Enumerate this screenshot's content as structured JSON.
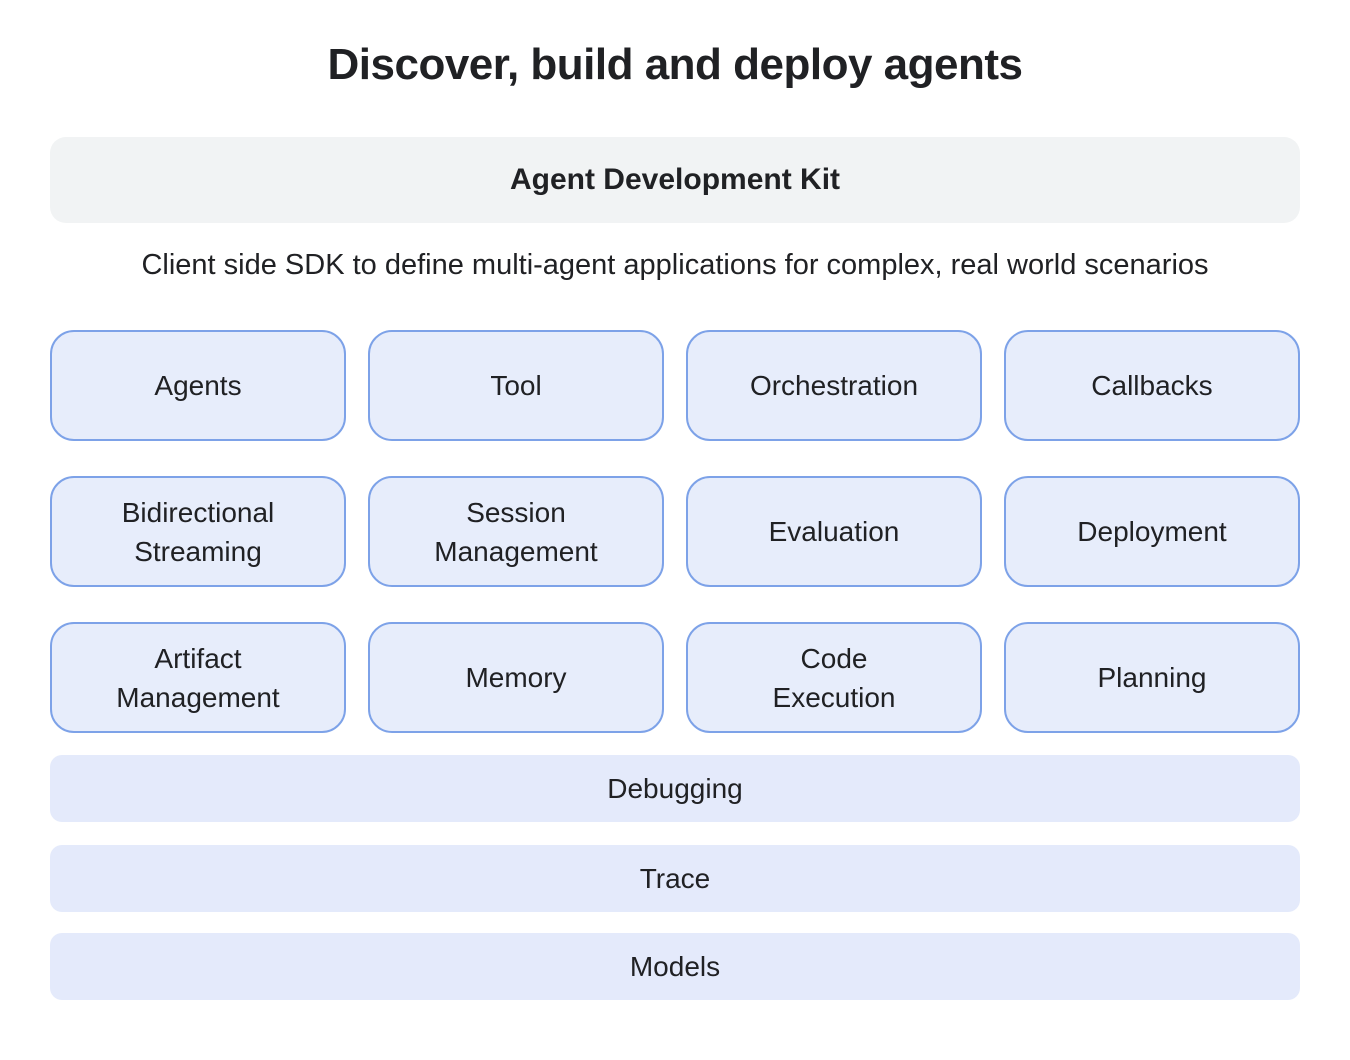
{
  "title": "Discover, build and deploy agents",
  "banner": {
    "label": "Agent Development Kit"
  },
  "subtitle": "Client side SDK to define multi-agent applications for complex, real world scenarios",
  "grid": {
    "cards": [
      {
        "label": "Agents"
      },
      {
        "label": "Tool"
      },
      {
        "label": "Orchestration"
      },
      {
        "label": "Callbacks"
      },
      {
        "label": "Bidirectional\nStreaming"
      },
      {
        "label": "Session\nManagement"
      },
      {
        "label": "Evaluation"
      },
      {
        "label": "Deployment"
      },
      {
        "label": "Artifact\nManagement"
      },
      {
        "label": "Memory"
      },
      {
        "label": "Code\nExecution"
      },
      {
        "label": "Planning"
      }
    ]
  },
  "layers": [
    {
      "label": "Debugging"
    },
    {
      "label": "Trace"
    },
    {
      "label": "Models"
    }
  ],
  "colors": {
    "text": "#202124",
    "banner_fill": "#F1F3F4",
    "card_fill": "#E7EDFB",
    "card_border": "#7DA2E8",
    "layer_fill": "#E4EAFB"
  }
}
